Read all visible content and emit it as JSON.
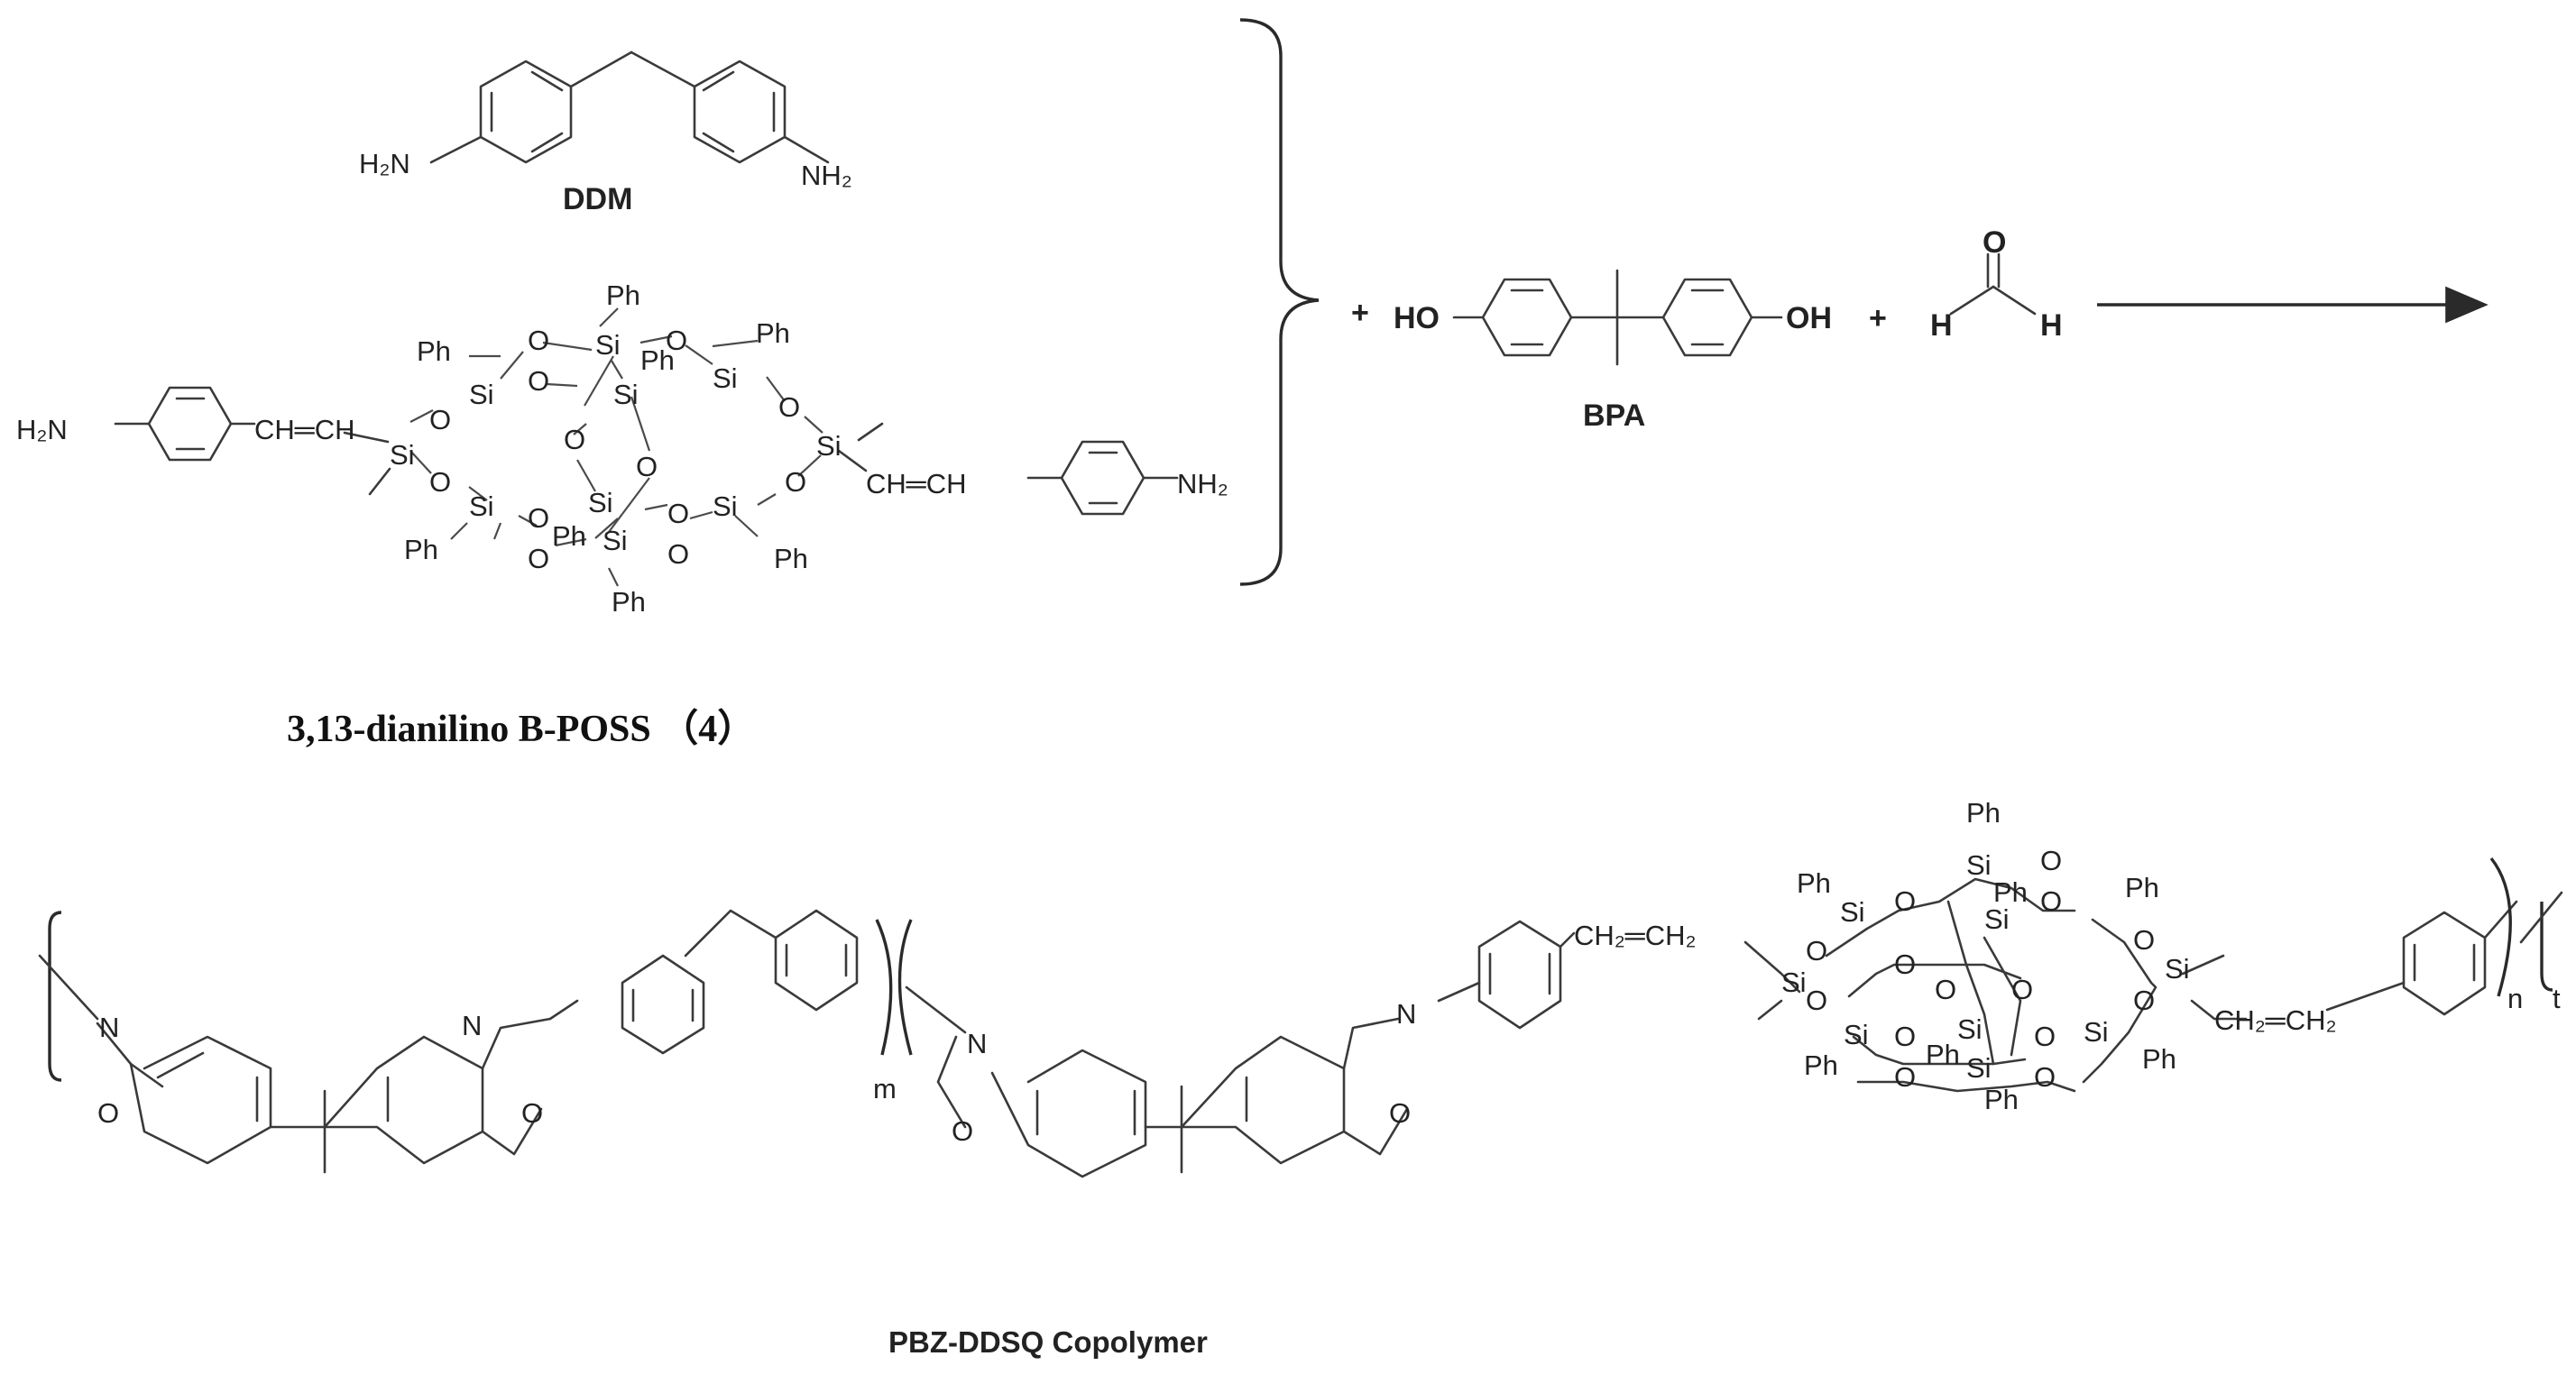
{
  "labels": {
    "ddm": "DDM",
    "bpa": "BPA",
    "poss_name": "3,13-dianilino B-POSS （4）",
    "copolymer": "PBZ-DDSQ Copolymer"
  },
  "atoms": {
    "h2n": "H₂N",
    "nh2": "NH₂",
    "ho": "HO",
    "oh": "OH",
    "h": "H",
    "o": "O",
    "n": "N",
    "si": "Si",
    "ph": "Ph",
    "vinyl_left": "CH═CH",
    "vinyl_right": "CH═CH",
    "ch2ch2_top": "CH₂═CH₂",
    "ch2ch2_bottom": "CH₂═CH₂"
  },
  "signs": {
    "plus": "+"
  },
  "subscripts": {
    "m": "m",
    "n": "n",
    "t": "t"
  }
}
